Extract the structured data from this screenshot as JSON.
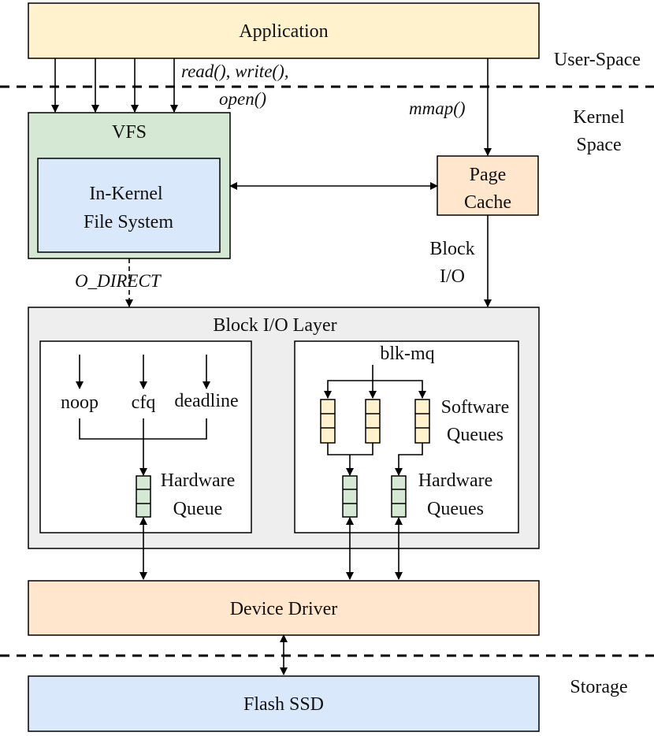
{
  "layers": {
    "user_space": "User-Space",
    "kernel_space_line1": "Kernel",
    "kernel_space_line2": "Space",
    "storage": "Storage"
  },
  "boxes": {
    "application": "Application",
    "vfs": "VFS",
    "file_system_line1": "In-Kernel",
    "file_system_line2": "File System",
    "page_cache_line1": "Page",
    "page_cache_line2": "Cache",
    "block_io_layer": "Block I/O Layer",
    "device_driver": "Device Driver",
    "flash_ssd": "Flash SSD"
  },
  "labels": {
    "syscalls_line1": "read(), write(),",
    "syscalls_line2": "open()",
    "mmap": "mmap()",
    "block_io_line1": "Block",
    "block_io_line2": "I/O",
    "o_direct": "O_DIRECT"
  },
  "single_queue": {
    "schedulers": [
      "noop",
      "cfq",
      "deadline"
    ],
    "hw_queue_line1": "Hardware",
    "hw_queue_line2": "Queue"
  },
  "multi_queue": {
    "title": "blk-mq",
    "sw_queues_line1": "Software",
    "sw_queues_line2": "Queues",
    "hw_queues_line1": "Hardware",
    "hw_queues_line2": "Queues"
  },
  "colors": {
    "application": "#fff2cc",
    "vfs": "#d5e8d4",
    "file_system": "#dae8fc",
    "page_cache": "#ffe6cc",
    "block_layer": "#eeeeee",
    "device_driver": "#ffe6cc",
    "flash_ssd": "#dae8fc",
    "sw_queue": "#fff2cc",
    "hw_queue": "#d5e8d4"
  }
}
